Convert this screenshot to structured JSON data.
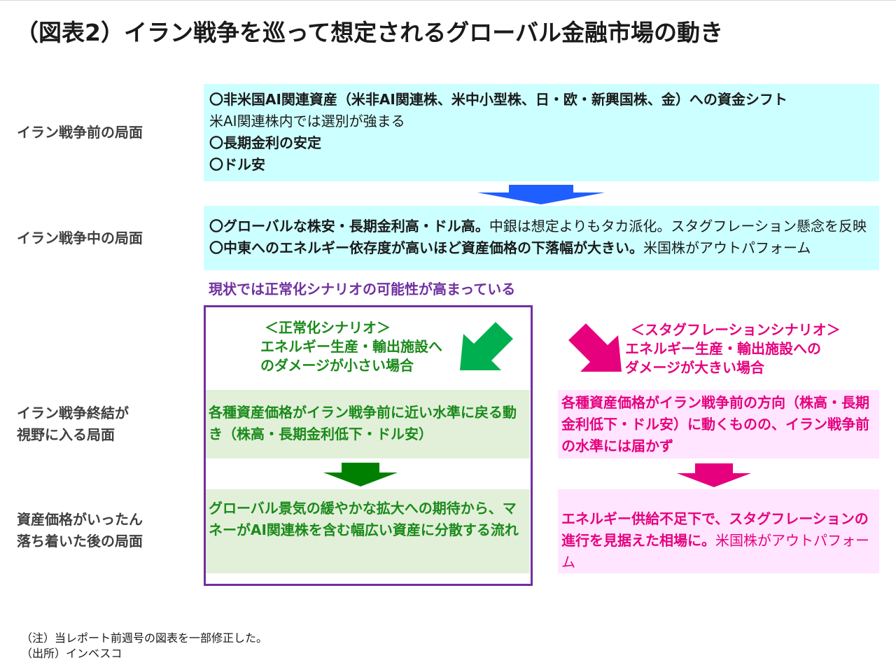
{
  "title": "（図表2）イラン戦争を巡って想定されるグローバル金融市場の動き",
  "phases": {
    "before": "イラン戦争前の局面",
    "during": "イラン戦争中の局面",
    "end_line1": "イラン戦争終結が",
    "end_line2": "視野に入る局面",
    "settled_line1": "資産価格がいったん",
    "settled_line2": "落ち着いた後の局面"
  },
  "before_box": {
    "line1": "〇非米国AI関連資産（米非AI関連株、米中小型株、日・欧・新興国株、金）への資金シフト",
    "line2": "米AI関連株内では選別が強まる",
    "line3": "〇長期金利の安定",
    "line4": "〇ドル安"
  },
  "during_box": {
    "line1_bold": "〇グローバルな株安・長期金利高・ドル高。",
    "line1_normal": "中銀は想定よりもタカ派化。スタグフレーション懸念を反映",
    "line2_bold": "〇中東へのエネルギー依存度が高いほど資産価格の下落幅が大きい。",
    "line2_normal": "米国株がアウトパフォーム"
  },
  "status_text": "現状では正常化シナリオの可能性が高まっている",
  "normal_scenario": {
    "title": "＜正常化シナリオ＞",
    "line1": "エネルギー生産・輸出施設へ",
    "line2": "のダメージが小さい場合",
    "box1": "各種資産価格がイラン戦争前に近い水準に戻る動き（株高・長期金利低下・ドル安）",
    "box2": "グローバル景気の緩やかな拡大への期待から、マネーがAI関連株を含む幅広い資産に分散する流れ"
  },
  "stag_scenario": {
    "title": "＜スタグフレーションシナリオ＞",
    "line1": "エネルギー生産・輸出施設への",
    "line2": "ダメージが大きい場合",
    "box1": "各種資産価格がイラン戦争前の方向（株高・長期金利低下・ドル安）に動くものの、イラン戦争前の水準には届かず",
    "box2_bold": "エネルギー供給不足下で、スタグフレーションの進行を見据えた相場に。",
    "box2_normal": "米国株がアウトパフォーム"
  },
  "footnotes": {
    "note": "（注）当レポート前週号の図表を一部修正した。",
    "source": "（出所）インベスコ"
  },
  "colors": {
    "cyan_box": "#ccffff",
    "green_box": "#e2f0d9",
    "pink_box": "#ffe5ff",
    "blue_arrow": "#1f5fff",
    "green_text": "#1b8a1b",
    "green_diag_arrow": "#00b050",
    "green_down_arrow": "#008000",
    "pink": "#e6007e",
    "purple": "#7030a0"
  }
}
